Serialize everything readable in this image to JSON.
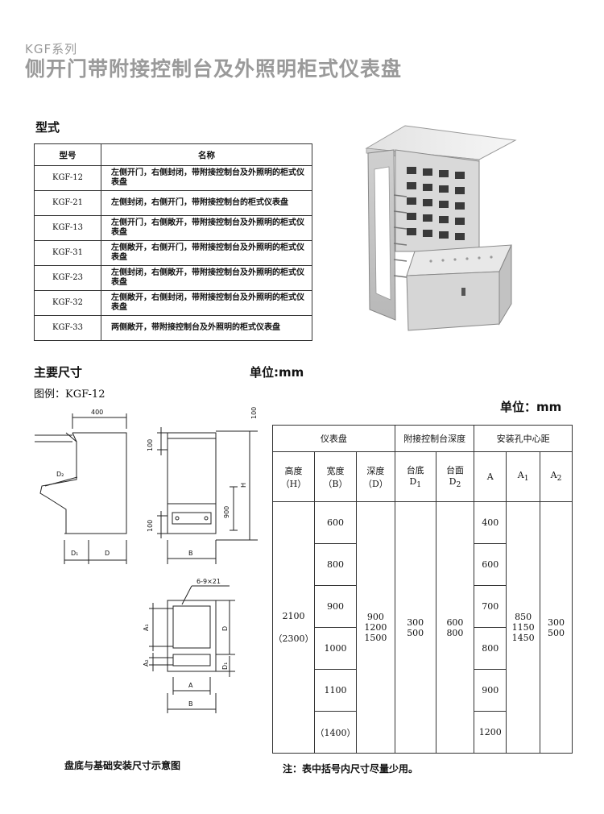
{
  "header": {
    "series": "KGF系列",
    "title": "侧开门带附接控制台及外照明柜式仪表盘"
  },
  "sections": {
    "type": "型式",
    "dimensions": "主要尺寸",
    "unit_left": "单位:mm",
    "unit_right": "单位：mm",
    "legend": "图例：KGF-12",
    "caption": "盘底与基础安装尺寸示意图",
    "note": "注：表中括号内尺寸尽量少用。"
  },
  "models_table": {
    "headers": [
      "型号",
      "名称"
    ],
    "rows": [
      {
        "code": "KGF-12",
        "desc": "左侧开门，右侧封闭，带附接控制台及外照明的柜式仪表盘"
      },
      {
        "code": "KGF-21",
        "desc": "左侧封闭，右侧开门，带附接控制台的柜式仪表盘"
      },
      {
        "code": "KGF-13",
        "desc": "左侧开门，右侧敞开，带附接控制台及外照明的柜式仪表盘"
      },
      {
        "code": "KGF-31",
        "desc": "左侧敞开，右侧开门，带附接控制台及外照明的柜式仪表盘"
      },
      {
        "code": "KGF-23",
        "desc": "左侧封闭，右侧敞开，带附接控制台及外照明的柜式仪表盘"
      },
      {
        "code": "KGF-32",
        "desc": "左侧敞开，右侧封闭，带附接控制台及外照明的柜式仪表盘"
      },
      {
        "code": "KGF-33",
        "desc": "两侧敞开，带附接控制台及外照明的柜式仪表盘"
      }
    ]
  },
  "dims_table": {
    "group_headers": [
      "仪表盘",
      "附接控制台深度",
      "安装孔中心距"
    ],
    "sub_headers": {
      "height": [
        "高度",
        "（H）"
      ],
      "width": [
        "宽度",
        "（B）"
      ],
      "depth": [
        "深度",
        "（D）"
      ],
      "d1": [
        "台底",
        "D"
      ],
      "d2": [
        "台面",
        "D"
      ],
      "a": "A",
      "a1": "A",
      "a2": "A",
      "sub1": "1",
      "sub2": "2"
    },
    "height_values": [
      "2100",
      "（2300）"
    ],
    "width_values": [
      "600",
      "800",
      "900",
      "1000",
      "1100",
      "（1400）"
    ],
    "depth_values": [
      "900",
      "1200",
      "1500"
    ],
    "d1_values": [
      "300",
      "500"
    ],
    "d2_values": [
      "600",
      "800"
    ],
    "a_values": [
      "400",
      "600",
      "700",
      "800",
      "900",
      "1200"
    ],
    "a1_values": [
      "850",
      "1150",
      "1450"
    ],
    "a2_values": [
      "300",
      "500"
    ]
  },
  "drawing_labels": {
    "side_top": "400",
    "d2": "D₂",
    "d1": "D₁",
    "d": "D",
    "dim_100_top": "100",
    "dim_100_a": "100",
    "dim_100_b": "100",
    "h": "H",
    "dim_900": "900",
    "b_front": "B",
    "holes": "6-9×21",
    "a1": "A₁",
    "a2": "A₂",
    "d_plan": "D",
    "d1_plan": "D₁",
    "a_plan": "A",
    "b_plan": "B"
  }
}
